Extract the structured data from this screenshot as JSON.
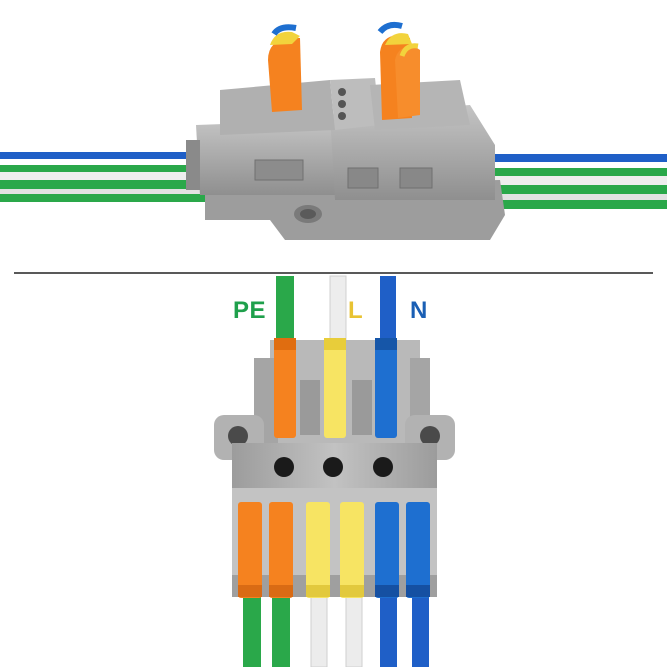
{
  "labels": {
    "pe": "PE",
    "l": "L",
    "n": "N"
  },
  "colors": {
    "pe": "#1fa04c",
    "l": "#e8c333",
    "n": "#1a5fb4",
    "housing": "#a9a9a9",
    "lever_orange": "#f5821f",
    "lever_yellow": "#f7e463",
    "lever_blue": "#1e6fd0",
    "wire_green": "#2aa84a",
    "wire_white": "#ececec",
    "wire_blue": "#1f5fc7",
    "divider": "#222222"
  },
  "icons": [
    "wire-connector-side-view",
    "wire-connector-top-view"
  ]
}
